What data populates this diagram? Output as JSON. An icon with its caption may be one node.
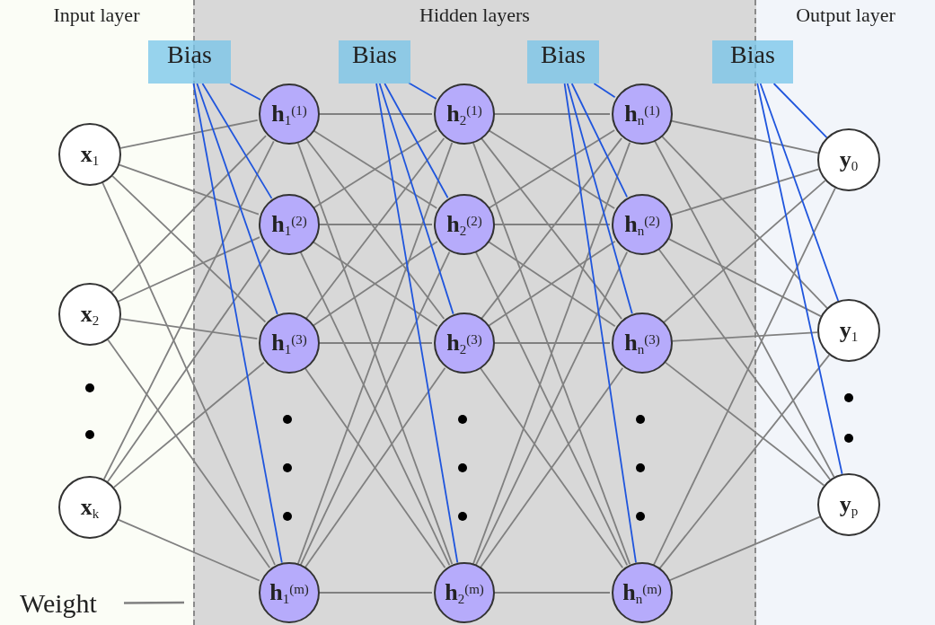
{
  "diagram": {
    "nodes": [
      {
        "text": [
          "Input layer"
        ]
      },
      {
        "text": [
          "Hidden layers"
        ]
      },
      {
        "text": [
          "Output layer"
        ]
      },
      {
        "text": [
          "Bias"
        ]
      },
      {
        "text": [
          "Bias"
        ],
        "in": 1
      },
      {
        "text": [
          "Bias"
        ],
        "in": 1
      },
      {
        "text": [
          "Bias"
        ]
      },
      {
        "text": [
          "x$_{1}$"
        ],
        "in": 0
      },
      {
        "text": [
          "x$_{2}$"
        ],
        "in": 0
      },
      {
        "text": [
          "x$_{k}$"
        ],
        "in": 0
      },
      {
        "text": [
          "h$_{1}$$^{(1)}$"
        ],
        "in": 1
      },
      {
        "text": [
          "h$_{1}$$^{(2)}$"
        ],
        "in": 1
      },
      {
        "text": [
          "h$_{1}$$^{(3)}$"
        ],
        "in": 1
      },
      {
        "text": [
          "h$_{1}$$^{(m)}$"
        ],
        "in": 1
      },
      {
        "text": [
          "h$_{2}$$^{(1)}$"
        ],
        "in": 1
      },
      {
        "text": [
          "h$_{2}$$^{(2)}$"
        ],
        "in": 1
      },
      {
        "text": [
          "h$_{2}$$^{(3)}$"
        ],
        "in": 1
      },
      {
        "text": [
          "h$_{2}$$^{(m)}$"
        ],
        "in": 1
      },
      {
        "text": [
          "h$_{n}$$^{(1)}$"
        ],
        "in": 1
      },
      {
        "text": [
          "h$_{n}$$^{(2)}$"
        ],
        "in": 1
      },
      {
        "text": [
          "h$_{n}$$^{(3)}$"
        ],
        "in": 1
      },
      {
        "text": [
          "h$_{n}$$^{(m)}$"
        ],
        "in": 1
      },
      {
        "text": [
          "y$_{0}$"
        ],
        "in": 2
      },
      {
        "text": [
          "y$_{1}$"
        ],
        "in": 2
      },
      {
        "text": [
          "y$_{p}$"
        ],
        "in": 2
      },
      {
        "text": [
          "Weight"
        ],
        "in": 0
      }
    ],
    "edges": [
      {
        "from": 7,
        "to": 10,
        "arrow": "none"
      },
      {
        "from": 7,
        "to": 11,
        "arrow": "none"
      },
      {
        "from": 7,
        "to": 12,
        "arrow": "none"
      },
      {
        "from": 7,
        "to": 13,
        "arrow": "none"
      },
      {
        "from": 8,
        "to": 10,
        "arrow": "none"
      },
      {
        "from": 8,
        "to": 11,
        "arrow": "none"
      },
      {
        "from": 8,
        "to": 12,
        "arrow": "none"
      },
      {
        "from": 8,
        "to": 13,
        "arrow": "none"
      },
      {
        "from": 9,
        "to": 10,
        "arrow": "none"
      },
      {
        "from": 9,
        "to": 11,
        "arrow": "none"
      },
      {
        "from": 9,
        "to": 12,
        "arrow": "none"
      },
      {
        "from": 9,
        "to": 13,
        "arrow": "none"
      },
      {
        "from": 10,
        "to": 14,
        "arrow": "none"
      },
      {
        "from": 10,
        "to": 15,
        "arrow": "none"
      },
      {
        "from": 10,
        "to": 16,
        "arrow": "none"
      },
      {
        "from": 10,
        "to": 17,
        "arrow": "none"
      },
      {
        "from": 11,
        "to": 14,
        "arrow": "none"
      },
      {
        "from": 11,
        "to": 15,
        "arrow": "none"
      },
      {
        "from": 11,
        "to": 16,
        "arrow": "none"
      },
      {
        "from": 11,
        "to": 17,
        "arrow": "none"
      },
      {
        "from": 12,
        "to": 14,
        "arrow": "none"
      },
      {
        "from": 12,
        "to": 15,
        "arrow": "none"
      },
      {
        "from": 12,
        "to": 16,
        "arrow": "none"
      },
      {
        "from": 12,
        "to": 17,
        "arrow": "none"
      },
      {
        "from": 13,
        "to": 14,
        "arrow": "none"
      },
      {
        "from": 13,
        "to": 15,
        "arrow": "none"
      },
      {
        "from": 13,
        "to": 16,
        "arrow": "none"
      },
      {
        "from": 13,
        "to": 17,
        "arrow": "none"
      },
      {
        "from": 14,
        "to": 18,
        "arrow": "none"
      },
      {
        "from": 14,
        "to": 19,
        "arrow": "none"
      },
      {
        "from": 14,
        "to": 20,
        "arrow": "none"
      },
      {
        "from": 14,
        "to": 21,
        "arrow": "none"
      },
      {
        "from": 15,
        "to": 18,
        "arrow": "none"
      },
      {
        "from": 15,
        "to": 19,
        "arrow": "none"
      },
      {
        "from": 15,
        "to": 20,
        "arrow": "none"
      },
      {
        "from": 15,
        "to": 21,
        "arrow": "none"
      },
      {
        "from": 16,
        "to": 18,
        "arrow": "none"
      },
      {
        "from": 16,
        "to": 19,
        "arrow": "none"
      },
      {
        "from": 16,
        "to": 20,
        "arrow": "none"
      },
      {
        "from": 16,
        "to": 21,
        "arrow": "none"
      },
      {
        "from": 17,
        "to": 18,
        "arrow": "none"
      },
      {
        "from": 17,
        "to": 19,
        "arrow": "none"
      },
      {
        "from": 17,
        "to": 20,
        "arrow": "none"
      },
      {
        "from": 17,
        "to": 21,
        "arrow": "none"
      },
      {
        "from": 18,
        "to": 22,
        "arrow": "none"
      },
      {
        "from": 18,
        "to": 23,
        "arrow": "none"
      },
      {
        "from": 18,
        "to": 24,
        "arrow": "none"
      },
      {
        "from": 19,
        "to": 22,
        "arrow": "none"
      },
      {
        "from": 19,
        "to": 23,
        "arrow": "none"
      },
      {
        "from": 19,
        "to": 24,
        "arrow": "none"
      },
      {
        "from": 20,
        "to": 22,
        "arrow": "none"
      },
      {
        "from": 20,
        "to": 23,
        "arrow": "none"
      },
      {
        "from": 20,
        "to": 24,
        "arrow": "none"
      },
      {
        "from": 21,
        "to": 22,
        "arrow": "none"
      },
      {
        "from": 21,
        "to": 23,
        "arrow": "none"
      },
      {
        "from": 21,
        "to": 24,
        "arrow": "none"
      },
      {
        "from": 3,
        "to": 10,
        "arrow": "none",
        "color": "#1f55dd"
      },
      {
        "from": 3,
        "to": 11,
        "arrow": "none",
        "color": "#1f55dd"
      },
      {
        "from": 3,
        "to": 12,
        "arrow": "none",
        "color": "#1f55dd"
      },
      {
        "from": 3,
        "to": 13,
        "arrow": "none",
        "color": "#1f55dd"
      },
      {
        "from": 4,
        "to": 14,
        "arrow": "none",
        "color": "#1f55dd"
      },
      {
        "from": 4,
        "to": 15,
        "arrow": "none",
        "color": "#1f55dd"
      },
      {
        "from": 4,
        "to": 16,
        "arrow": "none",
        "color": "#1f55dd"
      },
      {
        "from": 4,
        "to": 17,
        "arrow": "none",
        "color": "#1f55dd"
      },
      {
        "from": 5,
        "to": 18,
        "arrow": "none",
        "color": "#1f55dd"
      },
      {
        "from": 5,
        "to": 19,
        "arrow": "none",
        "color": "#1f55dd"
      },
      {
        "from": 5,
        "to": 20,
        "arrow": "none",
        "color": "#1f55dd"
      },
      {
        "from": 5,
        "to": 21,
        "arrow": "none",
        "color": "#1f55dd"
      },
      {
        "from": 6,
        "to": 22,
        "arrow": "none",
        "color": "#1f55dd"
      },
      {
        "from": 6,
        "to": 23,
        "arrow": "none",
        "color": "#1f55dd"
      },
      {
        "from": 6,
        "to": 24,
        "arrow": "none",
        "color": "#1f55dd"
      },
      {
        "from": 25,
        "to": null,
        "arrow": "none"
      }
    ]
  }
}
